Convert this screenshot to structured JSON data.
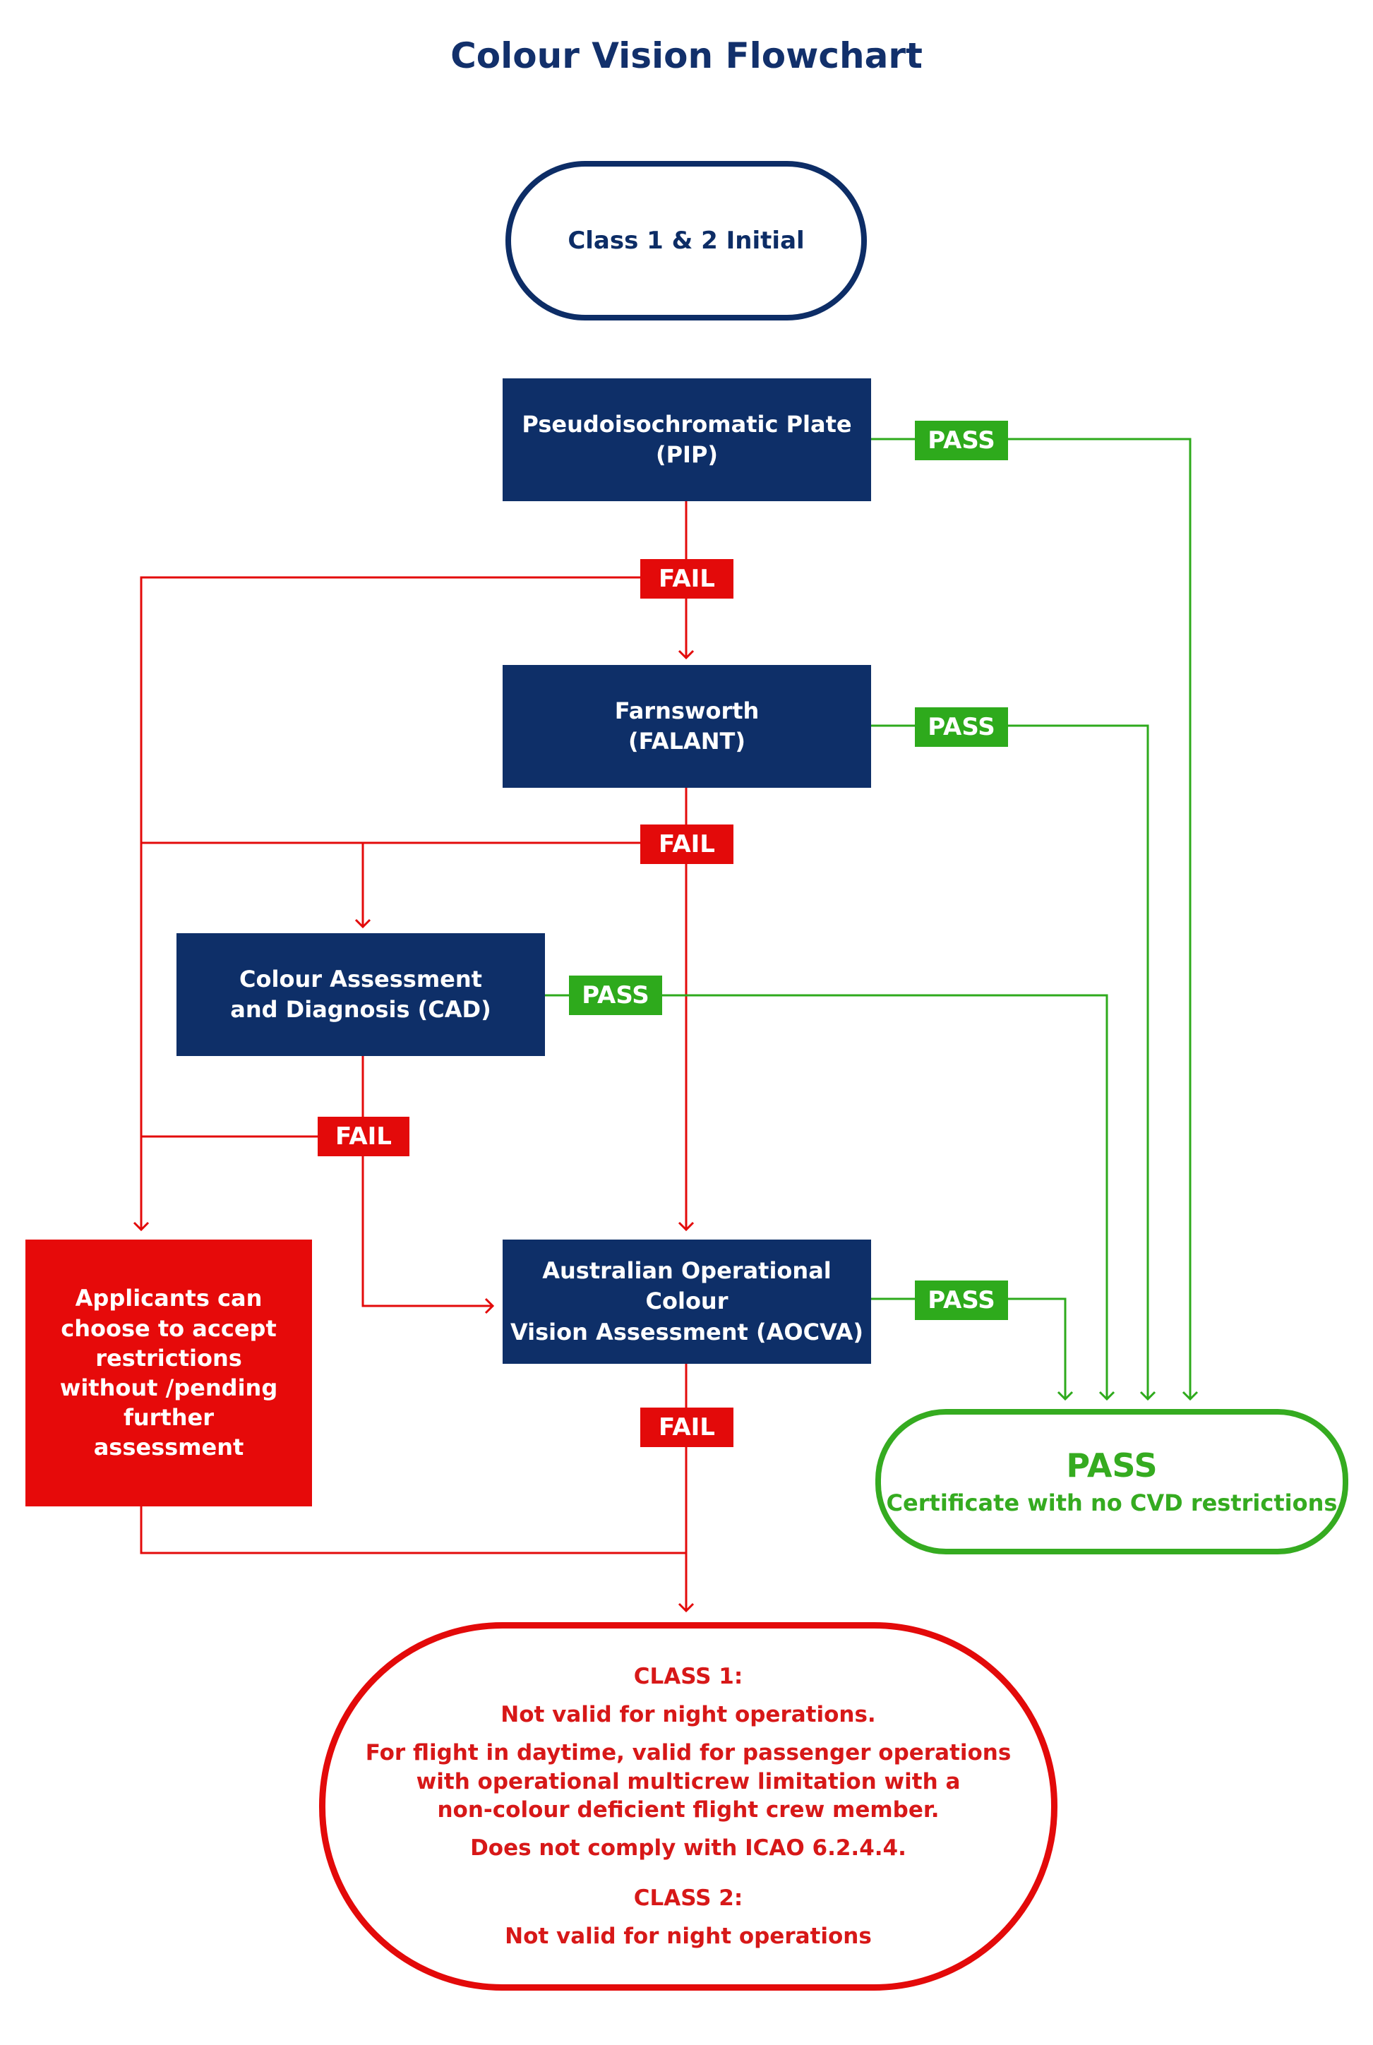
{
  "title": "Colour Vision Flowchart",
  "nodes": {
    "start": "Class 1 & 2 Initial",
    "pip": [
      "Pseudoisochromatic Plate",
      "(PIP)"
    ],
    "falant": [
      "Farnsworth",
      "(FALANT)"
    ],
    "cad": [
      "Colour Assessment",
      "and Diagnosis (CAD)"
    ],
    "aocva": [
      "Australian Operational Colour",
      "Vision Assessment (AOCVA)"
    ],
    "applicants": "Applicants can choose to accept restrictions without /pending further assessment",
    "pass_result": {
      "heading": "PASS",
      "text": "Certificate with no CVD restrictions"
    },
    "fail_result": {
      "class1_heading": "CLASS 1:",
      "class1_line1": "Not valid for night operations.",
      "class1_line2": "For flight in daytime, valid for passenger operations",
      "class1_line3": "with operational multicrew limitation with a",
      "class1_line4": "non-colour deficient flight crew member.",
      "class1_line5": "Does not comply with ICAO 6.2.4.4.",
      "class2_heading": "CLASS 2:",
      "class2_line1": "Not valid for night operations"
    }
  },
  "labels": {
    "pass": "PASS",
    "fail": "FAIL"
  },
  "colors": {
    "navy": "#0e2f68",
    "red": "#e30a0a",
    "green": "#2eaa1c"
  }
}
